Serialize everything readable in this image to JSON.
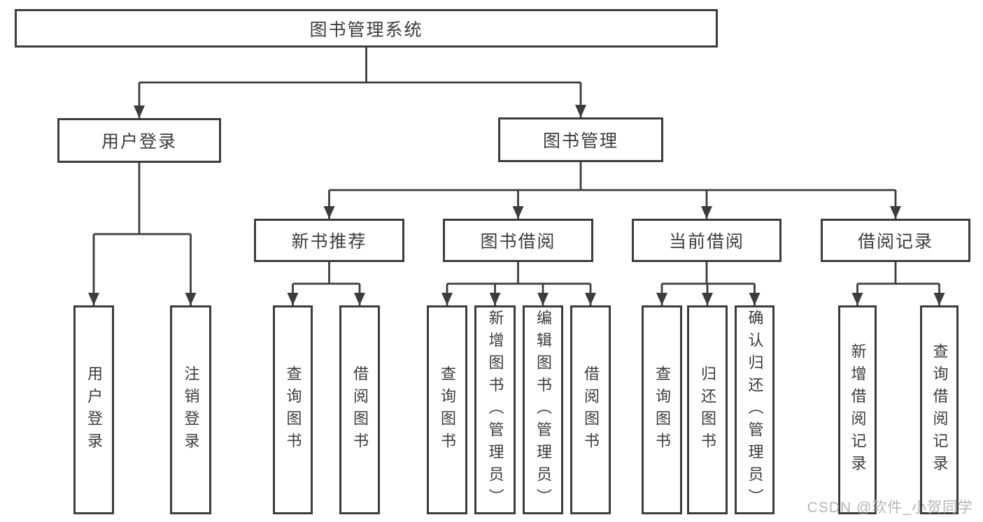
{
  "diagram": {
    "root": {
      "label": "图书管理系统"
    },
    "level2": {
      "user_login": {
        "label": "用户登录"
      },
      "book_management": {
        "label": "图书管理"
      }
    },
    "level3": {
      "new_book_recommend": {
        "label": "新书推荐"
      },
      "book_borrowing": {
        "label": "图书借阅"
      },
      "current_borrowing": {
        "label": "当前借阅"
      },
      "borrowing_records": {
        "label": "借阅记录"
      }
    },
    "level4": {
      "user_login": {
        "label": "用户登录"
      },
      "logout": {
        "label": "注销登录"
      },
      "nb_query_books": {
        "label": "查询图书"
      },
      "nb_borrow_books": {
        "label": "借阅图书"
      },
      "bb_query_books": {
        "label": "查询图书"
      },
      "bb_add_books_admin": {
        "label": "新增图书（管理员）"
      },
      "bb_edit_books_admin": {
        "label": "编辑图书（管理员）"
      },
      "bb_borrow_books": {
        "label": "借阅图书"
      },
      "cb_query_books": {
        "label": "查询图书"
      },
      "cb_return_books": {
        "label": "归还图书"
      },
      "cb_confirm_return_admin": {
        "label": "确认归还（管理员）"
      },
      "br_add_record": {
        "label": "新增借阅记录"
      },
      "br_query_record": {
        "label": "查询借阅记录"
      }
    }
  },
  "watermark": {
    "text": "CSDN @软件_小贺同学"
  },
  "colors": {
    "line": "#3c3c3c",
    "text": "#3c3c3c",
    "background": "#ffffff",
    "watermark": "#a9a9a9"
  }
}
